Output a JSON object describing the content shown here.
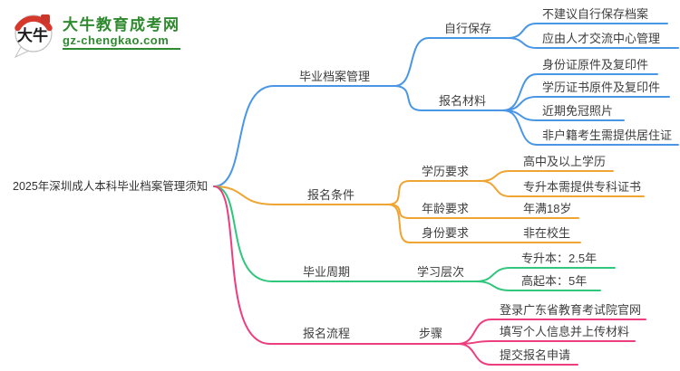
{
  "palette": {
    "blue": "#4a96e6",
    "orange": "#f0a431",
    "green": "#2fc77c",
    "pink": "#ee3d7e",
    "text": "#3e3e3e",
    "brand_green": "#2f8a2f",
    "brand_red": "#d6382b"
  },
  "brand": {
    "site_name": "大牛教育成考网",
    "site_url": "gz-chengkao.com",
    "logo_glyph": "大牛"
  },
  "mindmap": {
    "root": "2025年深圳成人本科毕业档案管理须知",
    "branches": [
      {
        "label": "毕业档案管理",
        "children": [
          {
            "label": "自行保存",
            "leaves": [
              "不建议自行保存档案",
              "应由人才交流中心管理"
            ]
          },
          {
            "label": "报名材料",
            "leaves": [
              "身份证原件及复印件",
              "学历证书原件及复印件",
              "近期免冠照片",
              "非户籍考生需提供居住证"
            ]
          }
        ]
      },
      {
        "label": "报名条件",
        "children": [
          {
            "label": "学历要求",
            "leaves": [
              "高中及以上学历",
              "专升本需提供专科证书"
            ]
          },
          {
            "label": "年龄要求",
            "leaves": [
              "年满18岁"
            ]
          },
          {
            "label": "身份要求",
            "leaves": [
              "非在校生"
            ]
          }
        ]
      },
      {
        "label": "毕业周期",
        "children": [
          {
            "label": "学习层次",
            "leaves": [
              "专升本：2.5年",
              "高起本：5年"
            ]
          }
        ]
      },
      {
        "label": "报名流程",
        "children": [
          {
            "label": "步骤",
            "leaves": [
              "登录广东省教育考试院官网",
              "填写个人信息并上传材料",
              "提交报名申请"
            ]
          }
        ]
      }
    ]
  }
}
